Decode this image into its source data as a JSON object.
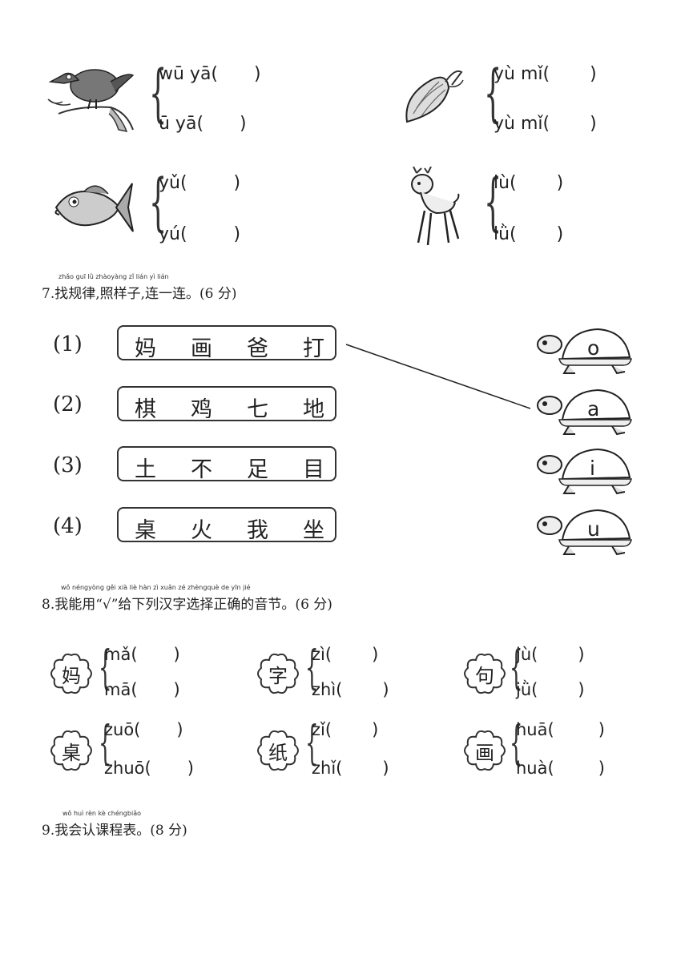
{
  "top_items": [
    {
      "icon": "crow-icon",
      "options": [
        "wū yā(",
        "ū yā("
      ]
    },
    {
      "icon": "corn-icon",
      "options": [
        "yù mǐ(",
        "yù mǐ("
      ]
    },
    {
      "icon": "fish-icon",
      "options": [
        "yǔ(",
        "yú("
      ]
    },
    {
      "icon": "deer-icon",
      "options": [
        "lù(",
        "lǜ("
      ]
    }
  ],
  "q7": {
    "ruby": "zhǎo guī  lǜ   zhàoyàng zǐ   lián yì lián",
    "title": "7.找规律,照样子,连一连。(6 分)",
    "rows": [
      {
        "label": "(1)",
        "chars": [
          "妈",
          "画",
          "爸",
          "打"
        ]
      },
      {
        "label": "(2)",
        "chars": [
          "棋",
          "鸡",
          "七",
          "地"
        ]
      },
      {
        "label": "(3)",
        "chars": [
          "土",
          "不",
          "足",
          "目"
        ]
      },
      {
        "label": "(4)",
        "chars": [
          "桌",
          "火",
          "我",
          "坐"
        ]
      }
    ],
    "turtles": [
      "o",
      "a",
      "i",
      "u"
    ]
  },
  "q8": {
    "ruby": "wǒ néngyòng            gěi xià liè hàn  zì xuǎn zé zhèngquè  de  yīn jié",
    "title": "8.我能用“√”给下列汉字选择正确的音节。(6 分)",
    "items": [
      {
        "char": "妈",
        "options": [
          "mǎ(",
          "mā("
        ]
      },
      {
        "char": "字",
        "options": [
          "zì(",
          "zhì("
        ]
      },
      {
        "char": "句",
        "options": [
          "jù(",
          "jǜ("
        ]
      },
      {
        "char": "桌",
        "options": [
          "zuō(",
          "zhuō("
        ]
      },
      {
        "char": "纸",
        "options": [
          "zǐ(",
          "zhǐ("
        ]
      },
      {
        "char": "画",
        "options": [
          "huā(",
          "huà("
        ]
      }
    ]
  },
  "q9": {
    "ruby": "wǒ  huì rèn  kè chéngbiǎo",
    "title": "9.我会认课程表。(8 分)"
  },
  "close_paren": ")"
}
